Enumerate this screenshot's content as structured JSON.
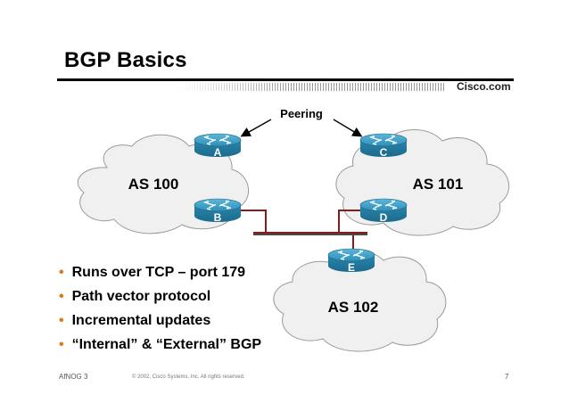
{
  "slide": {
    "title": "BGP Basics",
    "brand": "Cisco.com",
    "footer_left": "AfNOG 3",
    "footer_copyright": "© 2002, Cisco Systems, Inc. All rights reserved.",
    "page_number": "7"
  },
  "diagram": {
    "peering_label": "Peering",
    "clouds": [
      {
        "id": "as100",
        "label": "AS 100"
      },
      {
        "id": "as101",
        "label": "AS 101"
      },
      {
        "id": "as102",
        "label": "AS 102"
      }
    ],
    "routers": [
      {
        "id": "A",
        "label": "A"
      },
      {
        "id": "B",
        "label": "B"
      },
      {
        "id": "C",
        "label": "C"
      },
      {
        "id": "D",
        "label": "D"
      },
      {
        "id": "E",
        "label": "E"
      }
    ]
  },
  "bullets": [
    "Runs over TCP – port 179",
    "Path vector protocol",
    "Incremental updates",
    "“Internal” & “External” BGP"
  ],
  "colors": {
    "accent_bullet": "#e07a10",
    "router_blue": "#2f8fb8",
    "link_red": "#8b1a1a",
    "cloud_fill": "#f0f0f0"
  },
  "icons": {
    "router": "router-icon",
    "cloud": "cloud-shape",
    "arrow": "arrow-icon"
  }
}
